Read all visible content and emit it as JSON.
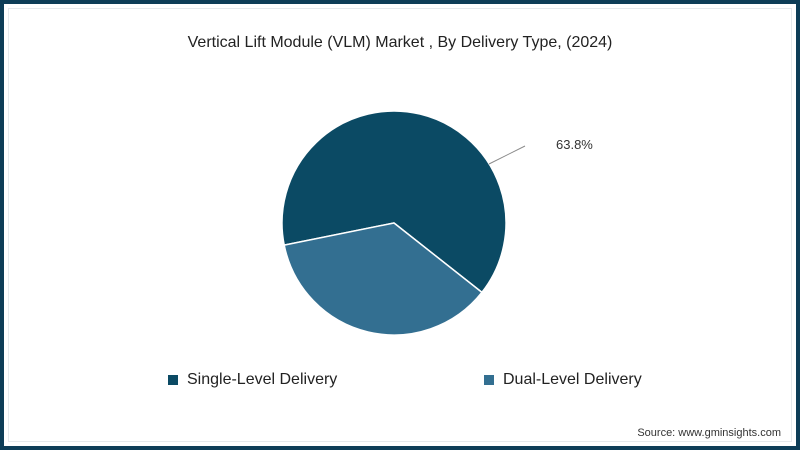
{
  "title": "Vertical Lift Module (VLM) Market , By Delivery Type,  (2024)",
  "source": "Source: www.gminsights.com",
  "colors": {
    "single": "#0b4a64",
    "dual": "#336f91",
    "border": "#0e3d57"
  },
  "data_labels": {
    "single": "63.8%"
  },
  "legend": [
    {
      "label": "Single-Level Delivery",
      "color": "#0b4a64"
    },
    {
      "label": "Dual-Level Delivery",
      "color": "#336f91"
    }
  ],
  "chart_data": {
    "type": "pie",
    "title": "Vertical Lift Module (VLM) Market , By Delivery Type,  (2024)",
    "categories": [
      "Single-Level Delivery",
      "Dual-Level Delivery"
    ],
    "values": [
      63.8,
      36.2
    ],
    "labels_shown": [
      "63.8%",
      null
    ],
    "legend_position": "bottom",
    "colors": [
      "#0b4a64",
      "#336f91"
    ]
  }
}
